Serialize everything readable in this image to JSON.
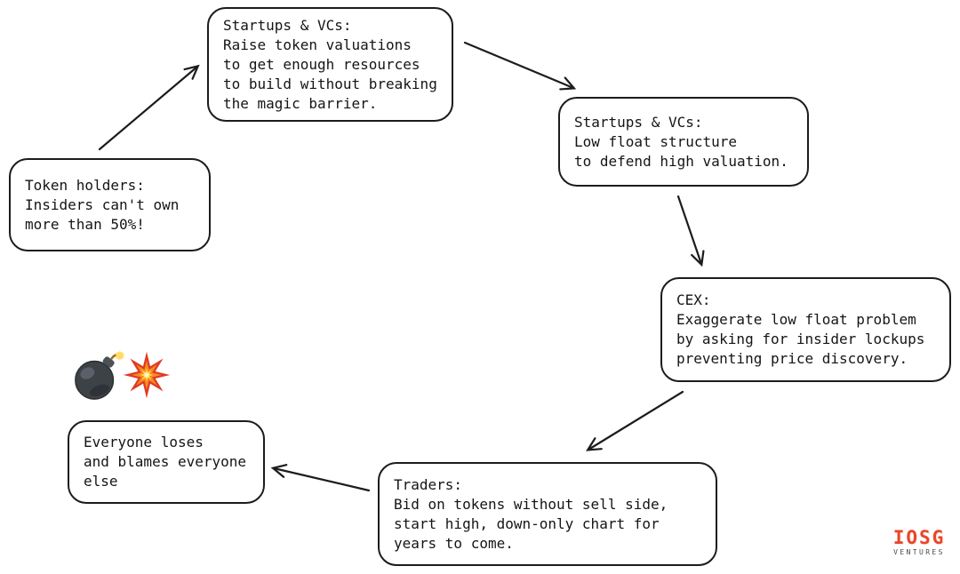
{
  "canvas": {
    "background": "#ffffff",
    "line_color": "#1c1c1c",
    "box_fill": "#ffffff"
  },
  "nodes": {
    "startups_raise": {
      "text": "Startups & VCs:\nRaise token valuations\nto get enough resources\nto build without breaking\nthe magic barrier."
    },
    "startups_lowfloat": {
      "text": "Startups & VCs:\nLow float structure\nto defend high valuation."
    },
    "token_holders": {
      "text": "Token holders:\nInsiders can't own\nmore than 50%!"
    },
    "cex": {
      "text": "CEX:\nExaggerate low float problem\nby asking for insider lockups\npreventing price discovery."
    },
    "traders": {
      "text": "Traders:\nBid on tokens without sell side,\nstart high, down-only chart for\nyears to come."
    },
    "everyone_loses": {
      "text": "Everyone loses\nand blames everyone\nelse"
    }
  },
  "edges": [
    {
      "from": "token_holders",
      "to": "startups_raise"
    },
    {
      "from": "startups_raise",
      "to": "startups_lowfloat"
    },
    {
      "from": "startups_lowfloat",
      "to": "cex"
    },
    {
      "from": "cex",
      "to": "traders"
    },
    {
      "from": "traders",
      "to": "everyone_loses"
    }
  ],
  "icons": {
    "bomb": "bomb-emoji",
    "collision": "collision-explosion-emoji",
    "bomb_body_color": "#3d4247",
    "collision_outer_color": "#e03a24",
    "collision_mid_color": "#f68a1f",
    "collision_center_color": "#ffd84d"
  },
  "logo": {
    "name": "IOSG",
    "subtitle": "VENTURES",
    "color": "#e8452c"
  }
}
